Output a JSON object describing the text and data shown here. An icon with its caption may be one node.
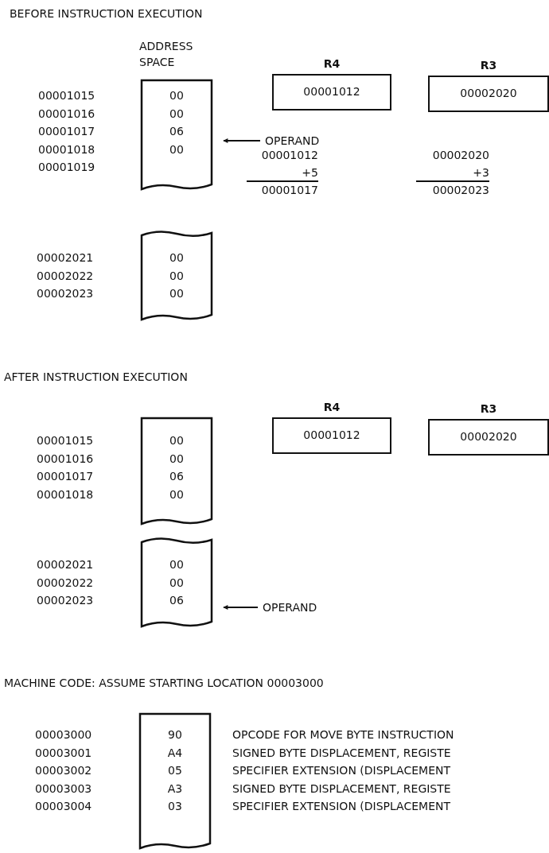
{
  "diagram": {
    "nodes": [
      {
        "text": [
          "ADDRESS SPACE",
          "00",
          "00",
          "06",
          "00"
        ],
        "beside": [
          "00001015",
          "00001016",
          "00001017",
          "00001018",
          "00001019"
        ]
      },
      {
        "text": [
          "R4",
          "00001012"
        ]
      },
      {
        "text": [
          "R3",
          "00002020"
        ]
      },
      {
        "text": [
          "OPERAND"
        ]
      },
      {
        "text": [
          "00",
          "00",
          "00"
        ],
        "beside": [
          "00002021",
          "00002022",
          "00002023"
        ]
      },
      {
        "text": [
          "00",
          "00",
          "06",
          "00"
        ],
        "beside": [
          "00001015",
          "00001016",
          "00001017",
          "00001018"
        ]
      },
      {
        "text": [
          "R4",
          "00001012"
        ]
      },
      {
        "text": [
          "R3",
          "00002020"
        ]
      },
      {
        "text": [
          "00",
          "00",
          "06"
        ],
        "beside": [
          "00002021",
          "00002022",
          "00002023"
        ]
      },
      {
        "text": [
          "OPERAND"
        ]
      },
      {
        "text": [
          "90",
          "A4",
          "05",
          "A3",
          "03"
        ],
        "beside": [
          "00003000",
          "00003001",
          "00003002",
          "00003003",
          "00003004"
        ]
      }
    ],
    "edges": [
      {
        "from": 3,
        "to": 0,
        "arrow": "to"
      },
      {
        "from": 9,
        "to": 8,
        "arrow": "to"
      }
    ],
    "labels": [
      "BEFORE INSTRUCTION EXECUTION",
      "00001012",
      "+5",
      "00001017",
      "00002020",
      "+3",
      "00002023",
      "AFTER INSTRUCTION EXECUTION",
      "MACHINE CODE:  ASSUME STARTING LOCATION 00003000",
      "OPCODE FOR MOVE BYTE INSTRUCTION",
      "SIGNED BYTE DISPLACEMENT, REGISTE",
      "SPECIFIER EXTENSION (DISPLACEMENT",
      "SIGNED BYTE DISPLACEMENT, REGISTE",
      "SPECIFIER EXTENSION (DISPLACEMENT"
    ]
  }
}
